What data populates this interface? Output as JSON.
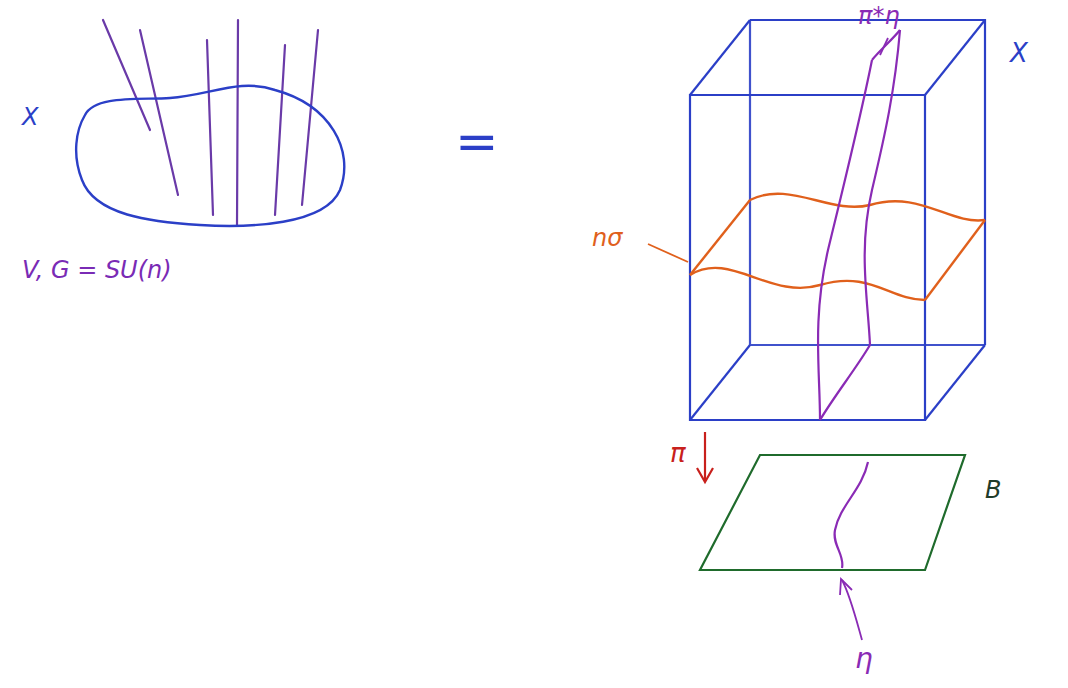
{
  "diagram": {
    "labels": [
      "X",
      "V, G = SU(n)",
      "=",
      "π*η",
      "X",
      "nσ",
      "π",
      "B",
      "η"
    ]
  }
}
